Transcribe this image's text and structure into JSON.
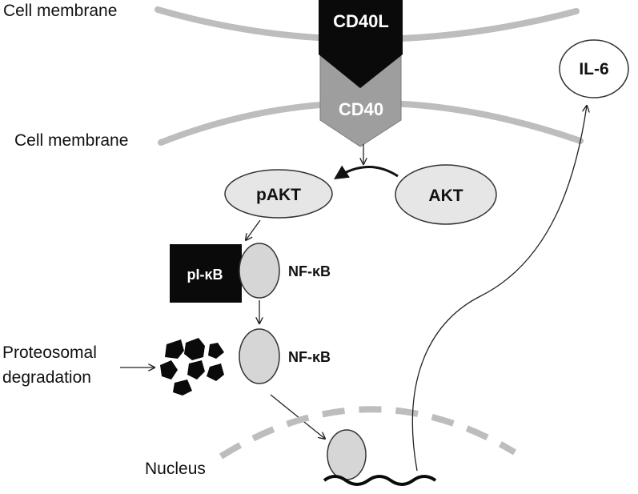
{
  "labels": {
    "cell_membrane_top": "Cell membrane",
    "cell_membrane_bottom": "Cell membrane",
    "cd40l": "CD40L",
    "cd40": "CD40",
    "il6": "IL-6",
    "pakt": "pAKT",
    "akt": "AKT",
    "pikb": "pI-κB",
    "nfkb_1": "NF-κB",
    "nfkb_2": "NF-κB",
    "proteosomal_line1": "Proteosomal",
    "proteosomal_line2": "degradation",
    "nucleus": "Nucleus"
  },
  "colors": {
    "membrane": "#bdbdbd",
    "ligand": "#0a0a0a",
    "receptor": "#9e9e9e",
    "oval_fill": "#e6e6e6",
    "pikb_box": "#0a0a0a",
    "line": "#222222"
  }
}
